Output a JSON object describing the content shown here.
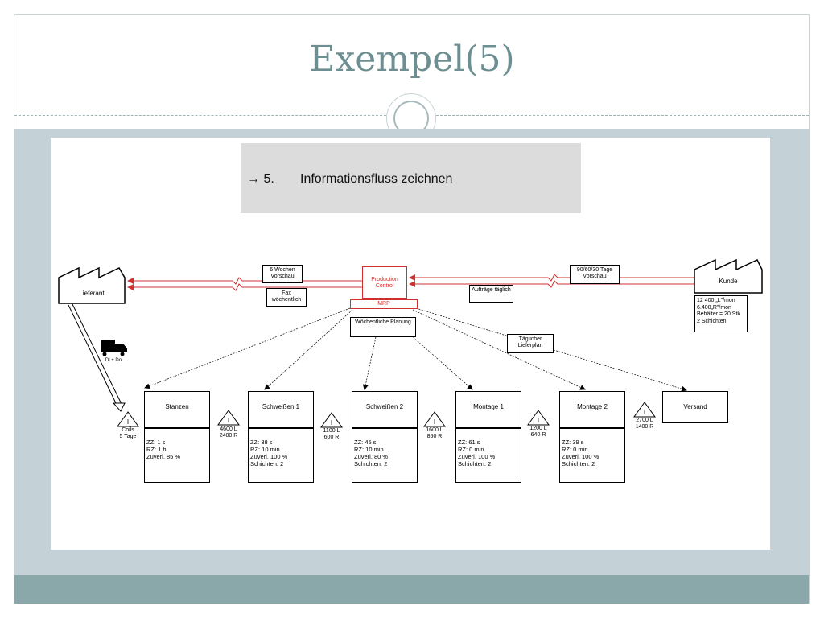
{
  "slide": {
    "title": "Exempel(5)"
  },
  "step": {
    "arrow": "→",
    "number": "5.",
    "text": "Informationsfluss zeichnen"
  },
  "lieferant": {
    "label": "Lieferant"
  },
  "kunde": {
    "label": "Kunde",
    "info": [
      "12 400 „L\"/mon",
      "6.400„R\"/mon",
      "Behälter = 20 Stk",
      "2 Schichten"
    ]
  },
  "production_control": {
    "label": "Production Control",
    "mrp": "MRP"
  },
  "notes": {
    "vorschau": "6 Wochen Vorschau",
    "fax": "Fax wöchentlich",
    "kunde_vorschau": "90/60/30 Tage Vorschau",
    "auftraege": "Aufträge täglich",
    "woechentliche_planung": "Wöchentliche Planung",
    "taeglicher_lieferplan": "Täglicher Lieferplan"
  },
  "truck_label": "Di + Do",
  "inventory_symbol": "I",
  "inventories": [
    {
      "text": [
        "Coils",
        "5 Tage"
      ]
    },
    {
      "text": [
        "4600 L",
        "2400 R"
      ]
    },
    {
      "text": [
        "1100 L",
        "600 R"
      ]
    },
    {
      "text": [
        "1600 L",
        "850 R"
      ]
    },
    {
      "text": [
        "1200 L",
        "640 R"
      ]
    },
    {
      "text": [
        "2700 L",
        "1400 R"
      ]
    }
  ],
  "processes": [
    {
      "name": "Stanzen",
      "data": [
        "ZZ: 1 s",
        "RZ: 1 h",
        "Zuverl. 85 %",
        ""
      ]
    },
    {
      "name": "Schweißen 1",
      "data": [
        "ZZ: 38 s",
        "RZ: 10 min",
        "Zuverl. 100 %",
        "Schichten: 2"
      ]
    },
    {
      "name": "Schweißen 2",
      "data": [
        "ZZ: 45 s",
        "RZ: 10 min",
        "Zuverl. 80 %",
        "Schichten: 2"
      ]
    },
    {
      "name": "Montage 1",
      "data": [
        "ZZ: 61 s",
        "RZ: 0 min",
        "Zuverl. 100 %",
        "Schichten: 2"
      ]
    },
    {
      "name": "Montage 2",
      "data": [
        "ZZ: 39 s",
        "RZ: 0 min",
        "Zuverl. 100 %",
        "Schichten: 2"
      ]
    },
    {
      "name": "Versand"
    }
  ]
}
